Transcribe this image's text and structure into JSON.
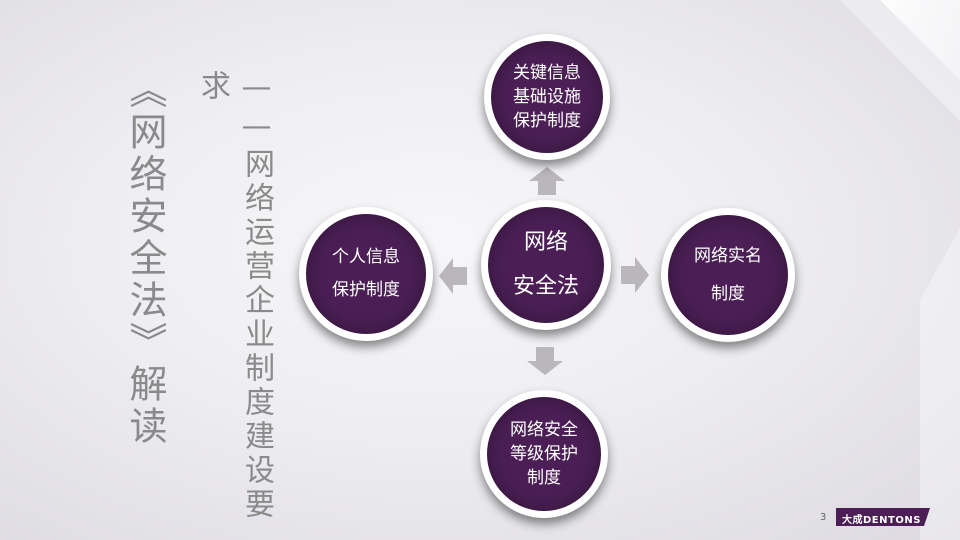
{
  "slide": {
    "title": "《网络安全法》解读",
    "subtitle": "——网络运营企业制度建设要求",
    "page_number": "3"
  },
  "diagram": {
    "center": "网络\n安全法",
    "top": "关键信息\n基础设施\n保护制度",
    "left": "个人信息\n保护制度",
    "right": "网络实名\n制度",
    "bottom": "网络安全\n等级保护\n制度"
  },
  "logo": {
    "text": "大成DENTONS"
  },
  "colors": {
    "circle_fill": "#4b1f55",
    "circle_border": "#ffffff",
    "arrow": "#b9b7bc",
    "title_text": "#8a8a8a"
  }
}
